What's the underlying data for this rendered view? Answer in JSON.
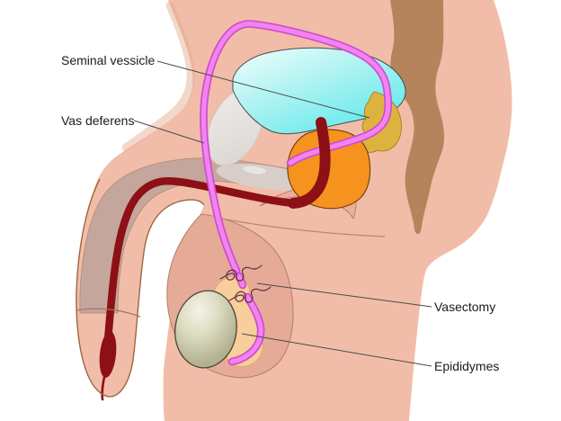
{
  "labels": {
    "seminal_vesicle": "Seminal vessicle",
    "vas_deferens": "Vas deferens",
    "vasectomy": "Vasectomy",
    "epididymes": "Epididymes"
  },
  "colors": {
    "background": "#FFFFFF",
    "skin": "#F2BDA8",
    "skin_shadow": "#E2A68C",
    "crease": "#B8866D",
    "scrotum": "#E6AB97",
    "scrotum_outline": "#B5826D",
    "rectum": "#B6845C",
    "bladder_light": "#E9FDFB",
    "bladder_dark": "#55E7ED",
    "bladder_outline": "#4A4A48",
    "pubic_bone": "#E8E5E2",
    "pubic_bone_edge": "#CFCAC5",
    "corpus_gray": "#C4A69C",
    "corpus_gray_edge": "#AE8A76",
    "perineal_gray": "#D7CEC8",
    "perineal_glint": "#ECE7E2",
    "bulb": "#ECAE9A",
    "bulb_outline": "#AE765E",
    "prostate": "#F6921E",
    "prostate_outline": "#6B3D0B",
    "seminal_vesicle_fill": "#DDB340",
    "seminal_vesicle_outline": "#9A7516",
    "vas_border": "#CC4ECE",
    "vas_core": "#F383EF",
    "urethra": "#8C1016",
    "testicle_light": "#F4F3E6",
    "testicle_mid": "#DEDCC2",
    "testicle_base": "#A2A181",
    "testicle_outline": "#474736",
    "epididymis": "#F8CE9A",
    "epididymis_outline": "#DFA863",
    "penis_outline": "#9B6744",
    "glans_line": "#A9745A",
    "knot": "#5E2C3C",
    "leader_line": "#4A4A4A",
    "label_text": "#1B1B1B"
  }
}
